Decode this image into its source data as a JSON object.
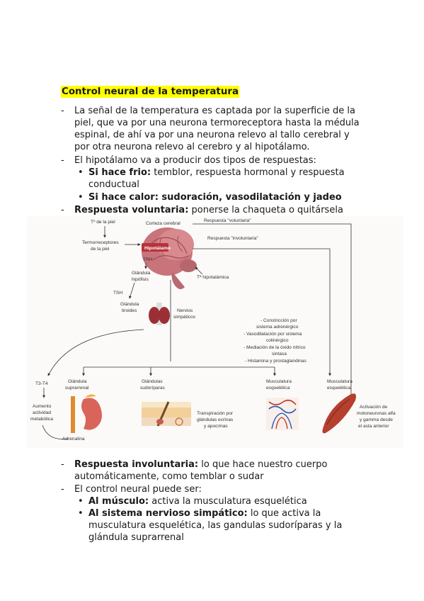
{
  "heading": "Control neural de la temperatura",
  "para1": {
    "lines": [
      "La señal de la temperatura es captada por la superficie de la",
      "piel, que va por una neurona termoreceptora hasta la médula",
      "espinal, de ahí va por una neurona relevo al tallo cerebral y",
      "por otra neurona relevo al cerebro y al hipotálamo."
    ]
  },
  "para2": {
    "text": "El hipotálamo va a producir dos tipos de respuestas:",
    "frio_label": "Si hace frio:",
    "frio_line1": " temblor, respuesta hormonal y respuesta",
    "frio_line2": "conductual",
    "calor": "Si hace calor: sudoración, vasodilatación y jadeo"
  },
  "voluntaria": {
    "label": "Respuesta voluntaria:",
    "text": " ponerse la chaqueta o quitársela"
  },
  "diagram": {
    "piel": "Tº de la piel",
    "corteza": "Corteza cerebral",
    "resp_vol": "Respuesta \"voluntaria\"",
    "resp_invol": "Respuesta \"involuntaria\"",
    "termo1": "Termorreceptores",
    "termo2": "de la piel",
    "hipotalamo": "Hipotálamo",
    "trh": "TRH",
    "hipofisis1": "Glándula",
    "hipofisis2": "hipófisis",
    "t_hipo": "Tª hipotalámica",
    "tsh": "TSH",
    "tiroides1": "Glándula",
    "tiroides2": "tiroides",
    "nervios1": "Nervios",
    "nervios2": "simpáticos",
    "list": [
      "- Constricción por",
      "sistema adrenérgico",
      "- Vasodilatación por sistema",
      "colinérgico",
      "- Mediación de la óxido nítrico",
      "sintasa",
      "- Histamina y prostaglandinas"
    ],
    "t3t4": "T3-T4",
    "suprarrenal1": "Glándula",
    "suprarrenal2": "suprarrenal",
    "sudoriparas1": "Glándulas",
    "sudoriparas2": "sudoríparas",
    "musc1a": "Musculatura",
    "musc1b": "esquelética",
    "musc2a": "Musculatura",
    "musc2b": "esquelética",
    "aumento1": "Aumento",
    "aumento2": "actividad",
    "aumento3": "metabólica",
    "adrenalina": "Adrenalina",
    "transp1": "Transpiración por",
    "transp2": "glándulas ecrinas",
    "transp3": "y apocrinas",
    "activ1": "Activación de",
    "activ2": "motoneuronas alfa",
    "activ3": "y gamma desde",
    "activ4": "el asta anterior"
  },
  "involuntaria": {
    "label": "Respuesta involuntaria:",
    "text1": " lo que hace nuestro cuerpo",
    "text2": "automáticamente, como temblar o sudar"
  },
  "control": {
    "text": "El control neural puede ser:",
    "musculo_label": "Al músculo:",
    "musculo_text": " activa la musculatura esquelética",
    "simp_label": "Al sistema nervioso simpático:",
    "simp_text1": " lo que activa la",
    "simp_text2": "musculatura esquelética, las gandulas sudoríparas y la",
    "simp_text3": "glándula suprarrenal"
  }
}
